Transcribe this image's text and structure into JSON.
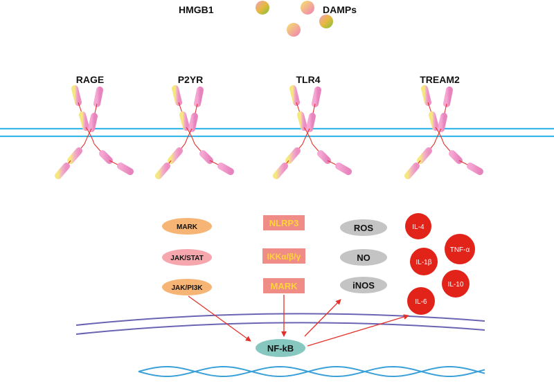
{
  "ligands": {
    "hmgb1_label": "HMGB1",
    "damps_label": "DAMPs"
  },
  "receptors": [
    {
      "label": "RAGE"
    },
    {
      "label": "P2YR"
    },
    {
      "label": "TLR4"
    },
    {
      "label": "TREAM2"
    }
  ],
  "pathways": {
    "left": [
      "MARK",
      "JAK/STAT",
      "JAK/PI3K"
    ],
    "middle": [
      "NLRP3",
      "IKKα/β/γ",
      "MARK"
    ],
    "right": [
      "ROS",
      "NO",
      "iNOS"
    ]
  },
  "cytokines": [
    "IL-4",
    "TNF-α",
    "IL-1β",
    "IL-10",
    "IL-6"
  ],
  "nucleus": {
    "nfkb_label": "NF-kB"
  },
  "colors": {
    "membrane": "#39b7e6",
    "nuclear_membrane": "#6a63b3",
    "dna": "#3aa0d8",
    "arrow": "#e4302a",
    "receptor_pink": "#ee8fc4",
    "receptor_yellow": "#f6e77e",
    "mark_orange": "#f6b574",
    "jakstat_pink": "#f5a7ad",
    "middle_box": "#f08c86",
    "middle_text": "#ffd43a",
    "gray_pill": "#c4c4c4",
    "cytokine_red": "#e2231a",
    "nfkb_teal": "#86c7bf"
  }
}
